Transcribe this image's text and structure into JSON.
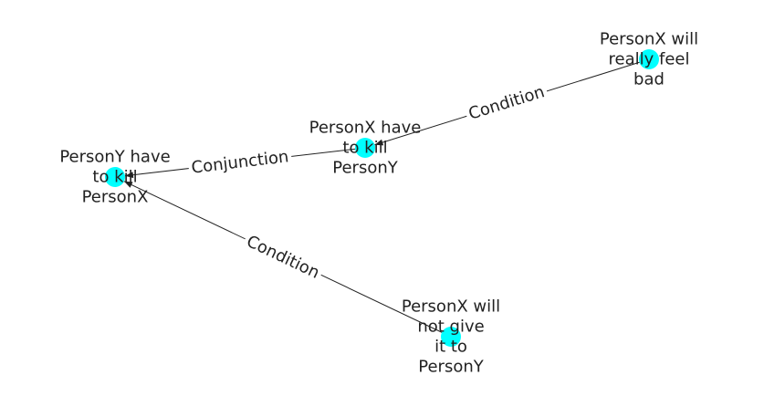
{
  "colors": {
    "node_fill": "#00FFFF",
    "edge_stroke": "#222222",
    "text": "#222222",
    "background": "#FFFFFF"
  },
  "nodes": [
    {
      "id": "n1",
      "label_lines": [
        "PersonX will",
        "really feel",
        "bad"
      ]
    },
    {
      "id": "n2",
      "label_lines": [
        "PersonX have",
        "to kill",
        "PersonY"
      ]
    },
    {
      "id": "n3",
      "label_lines": [
        "PersonY have",
        "to kill",
        "PersonX"
      ]
    },
    {
      "id": "n4",
      "label_lines": [
        "PersonX will",
        "not give",
        "it to",
        "PersonY"
      ]
    }
  ],
  "edges": [
    {
      "id": "e1",
      "source": "n1",
      "target": "n2",
      "label": "Condition"
    },
    {
      "id": "e2",
      "source": "n2",
      "target": "n3",
      "label": "Conjunction"
    },
    {
      "id": "e3",
      "source": "n4",
      "target": "n3",
      "label": "Condition"
    }
  ]
}
